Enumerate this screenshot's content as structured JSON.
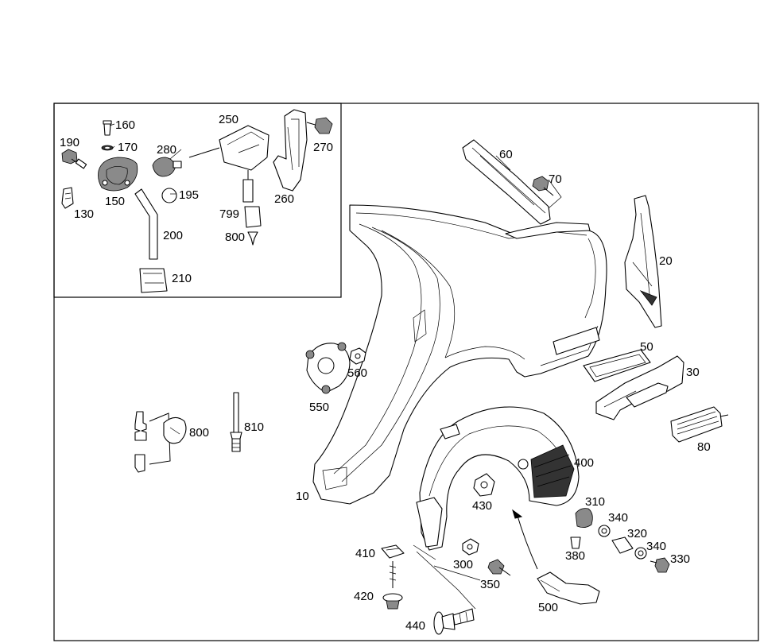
{
  "part_numbers": {
    "p10": "10",
    "p20": "20",
    "p30": "30",
    "p50": "50",
    "p60": "60",
    "p70": "70",
    "p80": "80",
    "p130": "130",
    "p150": "150",
    "p160": "160",
    "p170": "170",
    "p190": "190",
    "p195": "195",
    "p200": "200",
    "p210": "210",
    "p250": "250",
    "p260": "260",
    "p270": "270",
    "p280": "280",
    "p300": "300",
    "p310": "310",
    "p320": "320",
    "p330": "330",
    "p340a": "340",
    "p340b": "340",
    "p350": "350",
    "p380": "380",
    "p400": "400",
    "p410": "410",
    "p420": "420",
    "p430": "430",
    "p440": "440",
    "p500": "500",
    "p550": "550",
    "p560": "560",
    "p799": "799",
    "p800a": "800",
    "p800b": "800",
    "p810": "810"
  }
}
